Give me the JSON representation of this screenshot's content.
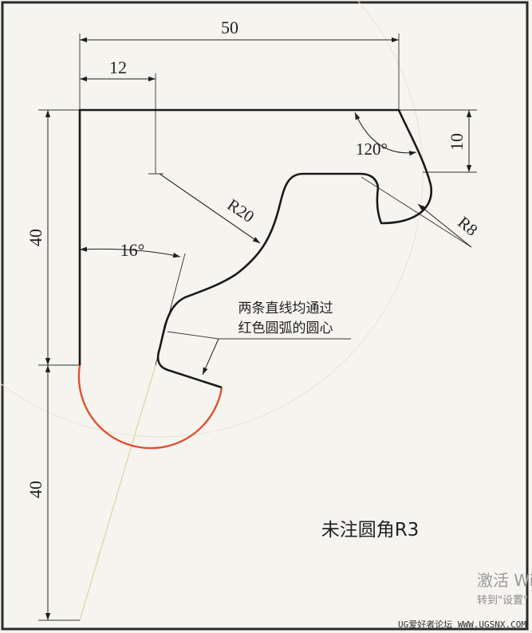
{
  "drawing": {
    "dimensions": {
      "width_total": "50",
      "width_left": "12",
      "height_upper": "40",
      "height_lower": "40",
      "height_notch": "10",
      "angle_top": "120°",
      "angle_slot": "16°",
      "radius_large": "R20",
      "radius_small": "R8"
    },
    "note_line1": "两条直线均通过",
    "note_line2": "红色圆弧的圆心",
    "general_note": "未注圆角R3",
    "colors": {
      "outline": "#1a1a1a",
      "dimension": "#2a2a2a",
      "construction": "#d8d0a0",
      "red_arc": "#e05030",
      "frame": "#2b2b2b"
    }
  },
  "overlay": {
    "activate_title": "激活 Wi",
    "activate_sub": "转到\"设置\"",
    "site_watermark": "UG爱好者论坛 WWW.UGSNX.COM"
  }
}
